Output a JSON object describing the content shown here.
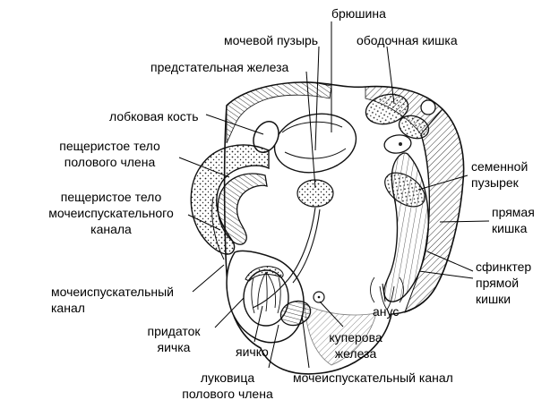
{
  "diagram": {
    "type": "anatomical-illustration",
    "background": "#ffffff",
    "ink": "#000000"
  },
  "labels": {
    "peritoneum": "брюшина",
    "bladder": "мочевой пузырь",
    "colon": "ободочная кишка",
    "prostate": "предстательная железа",
    "pubic_bone": "лобковая кость",
    "corpus_cavernosum": "пещеристое тело\nполового члена",
    "corpus_spongiosum": "пещеристое тело\nмочеиспускательного\nканала",
    "urethra_left": "мочеиспускательный\nканал",
    "epididymis": "придаток\nяичка",
    "testicle": "яичко",
    "penis_bulb": "луковица\nполового члена",
    "urethra_bottom": "мочеиспускательный канал",
    "cowper_gland": "куперова\nжелеза",
    "anus": "анус",
    "seminal_vesicle": "семенной\nпузырек",
    "rectum": "прямая\nкишка",
    "rectal_sphincter": "сфинктер\nпрямой\nкишки"
  }
}
